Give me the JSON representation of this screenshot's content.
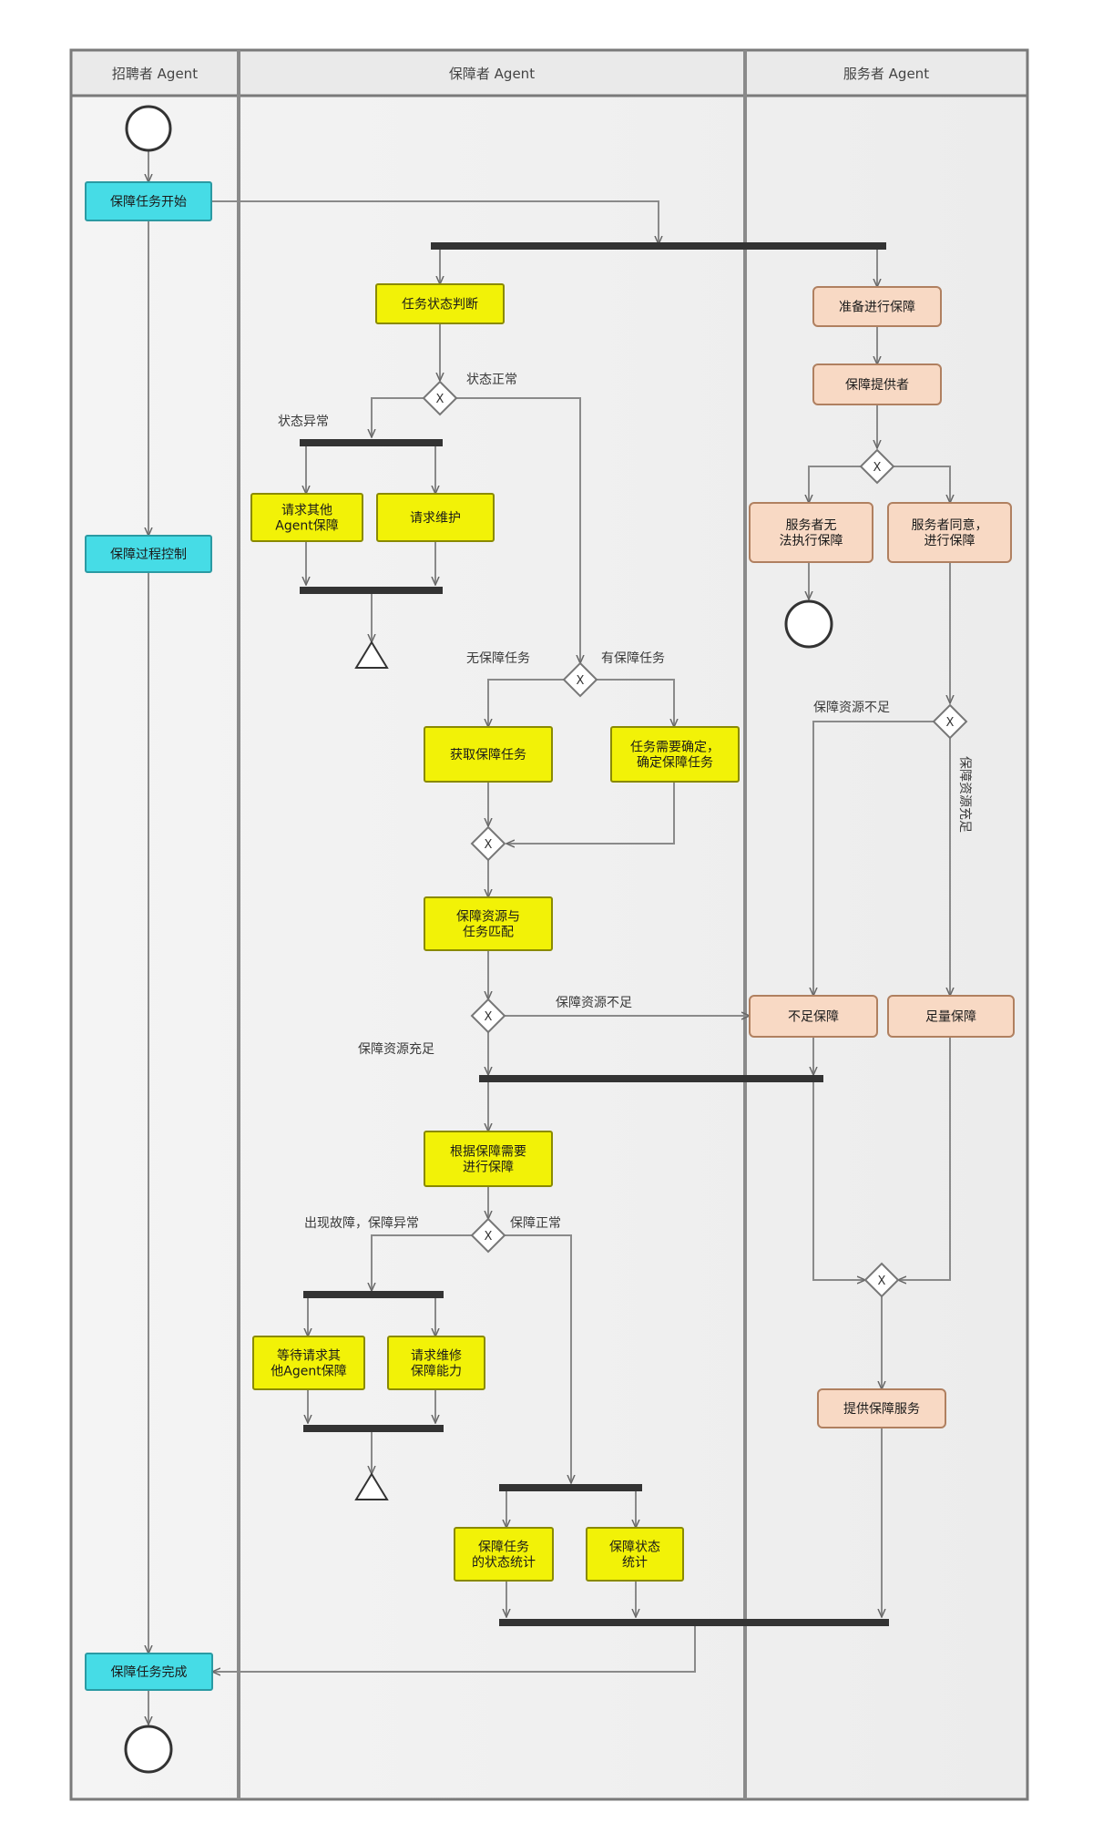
{
  "lanes": [
    {
      "id": "lane-left",
      "title": "招聘者 Agent"
    },
    {
      "id": "lane-center",
      "title": "保障者 Agent"
    },
    {
      "id": "lane-right",
      "title": "服务者 Agent"
    }
  ],
  "nodes": {
    "A1": {
      "label": [
        "保障任务开始"
      ],
      "style": "cyan"
    },
    "A2": {
      "label": [
        "保障过程控制"
      ],
      "style": "cyan"
    },
    "A3": {
      "label": [
        "保障任务完成"
      ],
      "style": "cyan"
    },
    "C1": {
      "label": [
        "任务状态判断"
      ],
      "style": "yellow"
    },
    "C2": {
      "label": [
        "请求其他",
        "Agent保障"
      ],
      "style": "yellow"
    },
    "C3": {
      "label": [
        "请求维护"
      ],
      "style": "yellow"
    },
    "C4": {
      "label": [
        "获取保障任务"
      ],
      "style": "yellow"
    },
    "C5": {
      "label": [
        "任务需要确定，",
        "确定保障任务"
      ],
      "style": "yellow"
    },
    "C6": {
      "label": [
        "保障资源与",
        "任务匹配"
      ],
      "style": "yellow"
    },
    "C7": {
      "label": [
        "根据保障需要",
        "进行保障"
      ],
      "style": "yellow"
    },
    "C8": {
      "label": [
        "等待请求其",
        "他Agent保障"
      ],
      "style": "yellow"
    },
    "C9": {
      "label": [
        "请求维修",
        "保障能力"
      ],
      "style": "yellow"
    },
    "C10": {
      "label": [
        "保障任务",
        "的状态统计"
      ],
      "style": "yellow"
    },
    "C11": {
      "label": [
        "保障状态",
        "统计"
      ],
      "style": "yellow"
    },
    "R1": {
      "label": [
        "准备进行保障"
      ],
      "style": "peach"
    },
    "R2": {
      "label": [
        "保障提供者"
      ],
      "style": "peach"
    },
    "R3": {
      "label": [
        "服务者无",
        "法执行保障"
      ],
      "style": "peach"
    },
    "R4": {
      "label": [
        "服务者同意，",
        "进行保障"
      ],
      "style": "peach"
    },
    "R5": {
      "label": [
        "不足保障"
      ],
      "style": "peach"
    },
    "R6": {
      "label": [
        "足量保障"
      ],
      "style": "peach"
    },
    "R7": {
      "label": [
        "提供保障服务"
      ],
      "style": "peach"
    }
  },
  "edge_labels": {
    "state_ok": "状态正常",
    "state_abnormal": "状态异常",
    "no_task": "无保障任务",
    "has_task": "有保障任务",
    "res_insufficient_right": "保障资源不足",
    "res_sufficient_right": "保障资源充足",
    "res_insufficient_center": "保障资源不足",
    "res_sufficient_center": "保障资源充足",
    "maint_fail": "出现故障，保障异常",
    "maint_ok": "保障正常"
  },
  "gateway_symbol": "X",
  "colors": {
    "cyan": "#46dce6",
    "yellow": "#f2f207",
    "peach": "#f8d9c4",
    "bar": "#333333",
    "line": "#8a8a8a",
    "lane_border": "#7a7a7a"
  }
}
